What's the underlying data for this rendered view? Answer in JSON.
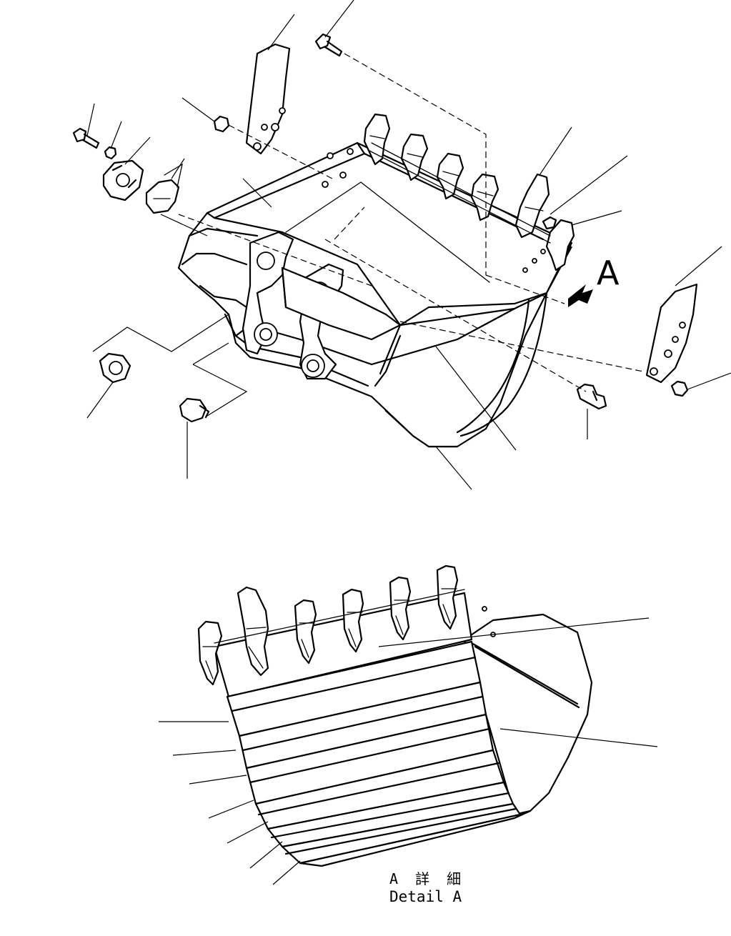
{
  "view_marker": {
    "letter": "A"
  },
  "detail_caption": {
    "japanese": "A 詳 細",
    "english": "Detail A"
  }
}
